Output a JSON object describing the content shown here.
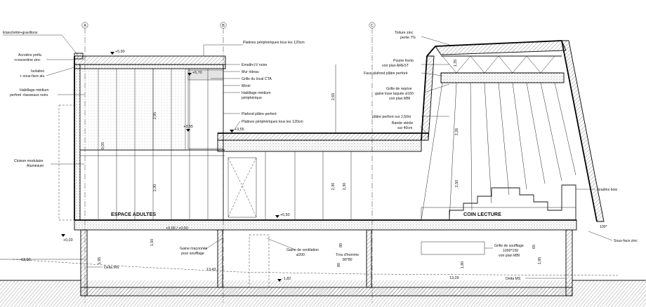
{
  "axes": [
    "A",
    "B",
    "C"
  ],
  "rooms": {
    "left": "ESPACE ADULTES",
    "right": "COIN LECTURE"
  },
  "labels_left": {
    "etancheite": "Etanchéité+gravillons",
    "acrotere_1": "Acrotère préfa",
    "acrotere_2": "+couvertine zinc",
    "isolation_1": "Isolation",
    "isolation_2": "+ sous-face alu",
    "habillage_1": "Habillage médium",
    "habillage_2": "perforé +tasseaux noirs",
    "cloison_1": "Cloison modulaire",
    "cloison_2": "Aluminium"
  },
  "labels_center": {
    "platines_1": "Platines périphériques tous les 120cm",
    "emaillit": "Emalit+LV noire",
    "mur_rideau": "Mur rideau",
    "grille_cta": "Grille du local CTA",
    "miroir": "Miroir",
    "habillage_c_1": "Habillage médium",
    "habillage_c_2": "périphérique",
    "plafond": "Plafond plâtre perforé",
    "platines_2": "Platines périphériques tous les 120cm",
    "gaine_1": "Gaine maçonnée",
    "gaine_2": "pour soufflage",
    "ventilation_1": "Gaine de ventilation",
    "ventilation_2": "ø200",
    "trou_1": "Trou d'homme",
    "trou_2": "80*80",
    "delta_left": "Delta MS"
  },
  "labels_right": {
    "toiture_1": "Toiture zinc",
    "toiture_2": "pente 7%",
    "poutre_1": "Poutre Kerto",
    "poutre_2": "voir plan AREST",
    "faux_plafond": "Faux-plafond plâtre perforé",
    "grille_r_1": "Grille de reprise",
    "grille_r_2": "gaine lisse laquée ø160",
    "grille_r_3": "voir plan MBI",
    "platre": "plâtre perforé sur 2,50m",
    "bande_1": "Bande stérile",
    "bande_2": "sur 40cm",
    "gradins": "Gradins bois",
    "sous_face": "Sous-face zinc",
    "grille_s_1": "Grille de soufflage",
    "grille_s_2": "1000*150",
    "grille_s_3": "voir plan MBI",
    "delta_right": "Delta MS",
    "angle": "100°"
  },
  "levels": {
    "top": "+5,90",
    "cta": "+5,70",
    "mid": "+3,55",
    "mid2": "+3,55",
    "floor": "+0,50",
    "floor2": "+0,00 / +0,50",
    "ground": "+0,03",
    "bottom": "-1,82",
    "ground_left": "13,00",
    "ground_mid": "13,43",
    "ground_right": "13,29"
  },
  "dims": {
    "d1": "2,95",
    "d2": "2,30",
    "d3": "0,05",
    "d4": "2,65",
    "d5": "2,30",
    "d6": "2,30",
    "d7": "2,26",
    "d8": "2,50",
    "d9": "1,35",
    "d10": "1,50",
    "d11": "1,95",
    "d12": "80",
    "d13": "1,80",
    "d14": "80",
    "d15": "1,95",
    "d16": "65"
  }
}
